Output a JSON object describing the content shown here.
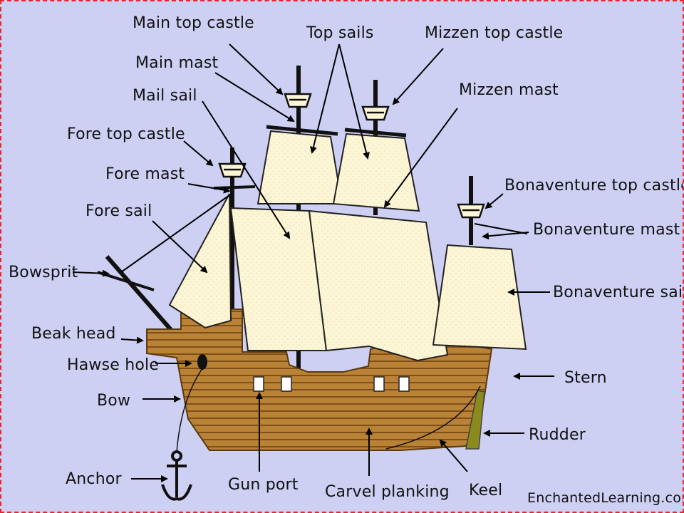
{
  "labels": {
    "main_top_castle": "Main top castle",
    "top_sails": "Top sails",
    "mizzen_top_castle": "Mizzen top castle",
    "main_mast": "Main mast",
    "mail_sail": "Mail sail",
    "mizzen_mast": "Mizzen mast",
    "fore_top_castle": "Fore top castle",
    "fore_mast": "Fore mast",
    "bonaventure_top_castle": "Bonaventure top castle",
    "fore_sail": "Fore sail",
    "bonaventure_mast": "Bonaventure mast",
    "bowsprit": "Bowsprit",
    "bonaventure_sail": "Bonaventure sail",
    "beak_head": "Beak head",
    "hawse_hole": "Hawse hole",
    "stern": "Stern",
    "bow": "Bow",
    "rudder": "Rudder",
    "anchor": "Anchor",
    "gun_port": "Gun port",
    "carvel_planking": "Carvel planking",
    "keel": "Keel"
  },
  "credit": "EnchantedLearning.com",
  "colors": {
    "background": "#cdd0f3",
    "border": "#e8262a",
    "hull": "#b07a2c",
    "hull_stripe": "#8a5a1c",
    "sail": "#fcf6d6",
    "rudder": "#8a8a1e"
  }
}
